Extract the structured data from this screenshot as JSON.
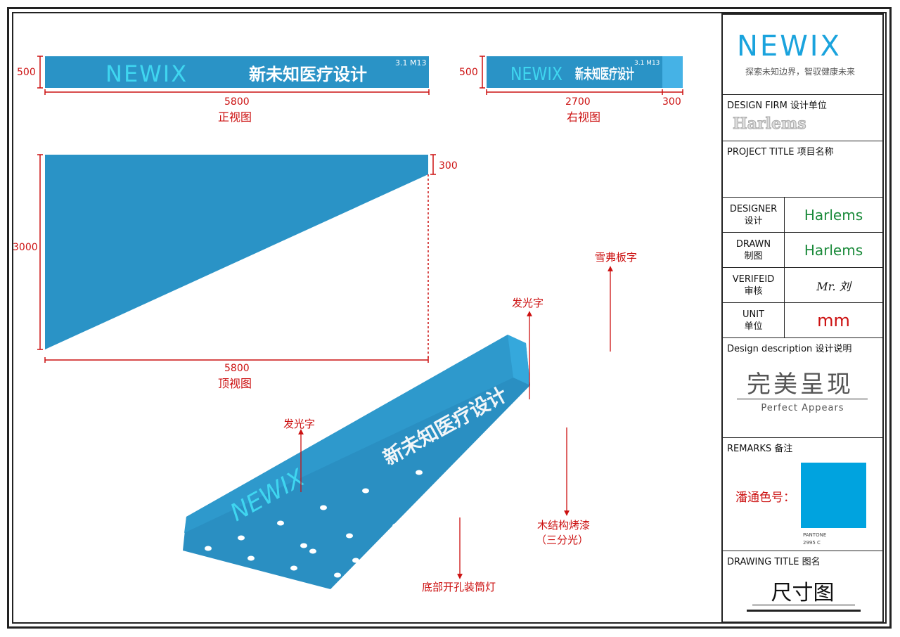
{
  "drawing": {
    "front_view": {
      "height_dim": "500",
      "width_dim": "5800",
      "caption": "正视图"
    },
    "right_view": {
      "height_dim": "500",
      "width_dim": "2700",
      "extra_dim": "300",
      "caption": "右视图"
    },
    "top_view": {
      "height_dim": "3000",
      "end_dim": "300",
      "width_dim": "5800",
      "caption": "顶视图"
    },
    "sign": {
      "logo": "NEWIX",
      "company": "新未知医疗设计",
      "room": "3.1 M13"
    },
    "callouts": {
      "glow_letters_1": "发光字",
      "glow_letters_2": "发光字",
      "pvc_letters": "雪弗板字",
      "wood_paint": "木结构烤漆",
      "wood_paint_sub": "（三分光）",
      "downlights": "底部开孔装筒灯"
    },
    "colors": {
      "sign_blue": "#2a93c6",
      "sign_light": "#35a8dc",
      "dimension_red": "#cc1111",
      "logo_cyan": "#3fd6f0",
      "logo_orange": "#f0a030"
    }
  },
  "title_block": {
    "logo": "NEWIX",
    "slogan": "探索未知边界，智驭健康未来",
    "design_firm_label": "DESIGN FIRM  设计单位",
    "design_firm_value": "Harlems",
    "project_title_label": "PROJECT TITLE 项目名称",
    "designer_label_en": "DESIGNER",
    "designer_label_cn": "设计",
    "designer_value": "Harlems",
    "drawn_label_en": "DRAWN",
    "drawn_label_cn": "制图",
    "drawn_value": "Harlems",
    "verified_label_en": "VERIFEID",
    "verified_label_cn": "审核",
    "verified_value": "Mr. 刘",
    "unit_label_en": "UNIT",
    "unit_label_cn": "单位",
    "unit_value": "mm",
    "design_desc_label": "Design description 设计说明",
    "design_desc_cn": "完美呈现",
    "design_desc_en": "Perfect Appears",
    "remarks_label": "REMARKS 备注",
    "pantone_label": "潘通色号：",
    "pantone_name": "PANTONE",
    "pantone_code": "2995 C",
    "pantone_color": "#00a3df",
    "drawing_title_label": "DRAWING TITLE 图名",
    "drawing_title_value": "尺寸图"
  }
}
